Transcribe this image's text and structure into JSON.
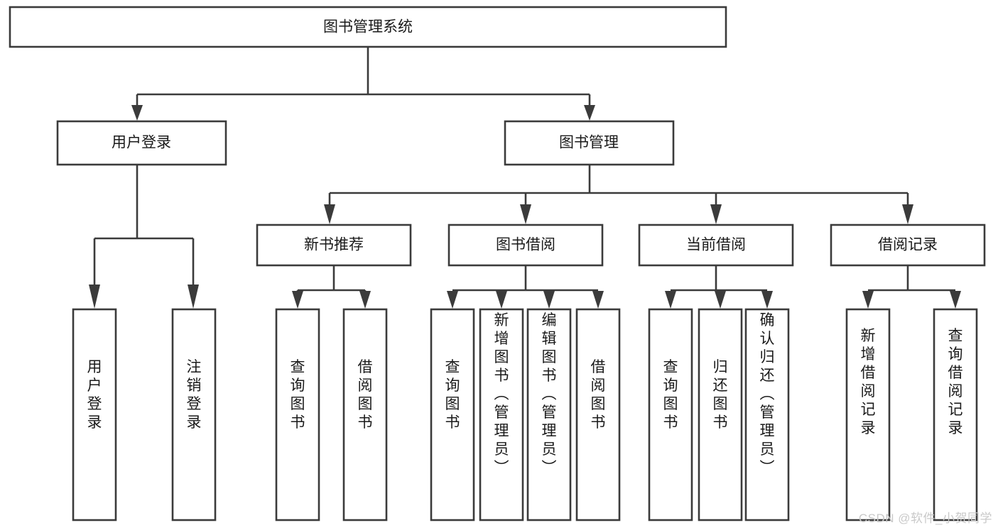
{
  "diagram": {
    "type": "tree-hierarchy",
    "title": "图书管理系统",
    "watermark": "CSDN @软件_小贺同学",
    "colors": {
      "box_stroke": "#3b3b3b",
      "box_fill": "#ffffff",
      "text": "#1a1a1a",
      "background": "#ffffff",
      "watermark": "#c9c9c9"
    },
    "levels": {
      "root": "图书管理系统",
      "level2": [
        "用户登录",
        "图书管理"
      ],
      "level3": [
        "新书推荐",
        "图书借阅",
        "当前借阅",
        "借阅记录"
      ]
    },
    "nodes": {
      "root": {
        "label": "图书管理系统",
        "orientation": "horizontal"
      },
      "user_login": {
        "label": "用户登录",
        "orientation": "horizontal"
      },
      "book_manage": {
        "label": "图书管理",
        "orientation": "horizontal"
      },
      "new_book_rec": {
        "label": "新书推荐",
        "orientation": "horizontal"
      },
      "book_borrow": {
        "label": "图书借阅",
        "orientation": "horizontal"
      },
      "current_borrow": {
        "label": "当前借阅",
        "orientation": "horizontal"
      },
      "borrow_record": {
        "label": "借阅记录",
        "orientation": "horizontal"
      },
      "leaf_1": {
        "label": "用户登录",
        "orientation": "vertical"
      },
      "leaf_2": {
        "label": "注销登录",
        "orientation": "vertical"
      },
      "leaf_3": {
        "label": "查询图书",
        "orientation": "vertical"
      },
      "leaf_4": {
        "label": "借阅图书",
        "orientation": "vertical"
      },
      "leaf_5": {
        "label": "查询图书",
        "orientation": "vertical"
      },
      "leaf_6": {
        "label": "新增图书（管理员）",
        "orientation": "vertical"
      },
      "leaf_7": {
        "label": "编辑图书（管理员）",
        "orientation": "vertical"
      },
      "leaf_8": {
        "label": "借阅图书",
        "orientation": "vertical"
      },
      "leaf_9": {
        "label": "查询图书",
        "orientation": "vertical"
      },
      "leaf_10": {
        "label": "归还图书",
        "orientation": "vertical"
      },
      "leaf_11": {
        "label": "确认归还（管理员）",
        "orientation": "vertical"
      },
      "leaf_12": {
        "label": "新增借阅记录",
        "orientation": "vertical"
      },
      "leaf_13": {
        "label": "查询借阅记录",
        "orientation": "vertical"
      }
    },
    "edges": [
      {
        "from": "root",
        "to": "user_login"
      },
      {
        "from": "root",
        "to": "book_manage"
      },
      {
        "from": "user_login",
        "to": "leaf_1"
      },
      {
        "from": "user_login",
        "to": "leaf_2"
      },
      {
        "from": "book_manage",
        "to": "new_book_rec"
      },
      {
        "from": "book_manage",
        "to": "book_borrow"
      },
      {
        "from": "book_manage",
        "to": "current_borrow"
      },
      {
        "from": "book_manage",
        "to": "borrow_record"
      },
      {
        "from": "new_book_rec",
        "to": "leaf_3"
      },
      {
        "from": "new_book_rec",
        "to": "leaf_4"
      },
      {
        "from": "book_borrow",
        "to": "leaf_5"
      },
      {
        "from": "book_borrow",
        "to": "leaf_6"
      },
      {
        "from": "book_borrow",
        "to": "leaf_7"
      },
      {
        "from": "book_borrow",
        "to": "leaf_8"
      },
      {
        "from": "current_borrow",
        "to": "leaf_9"
      },
      {
        "from": "current_borrow",
        "to": "leaf_10"
      },
      {
        "from": "current_borrow",
        "to": "leaf_11"
      },
      {
        "from": "borrow_record",
        "to": "leaf_12"
      },
      {
        "from": "borrow_record",
        "to": "leaf_13"
      }
    ]
  }
}
